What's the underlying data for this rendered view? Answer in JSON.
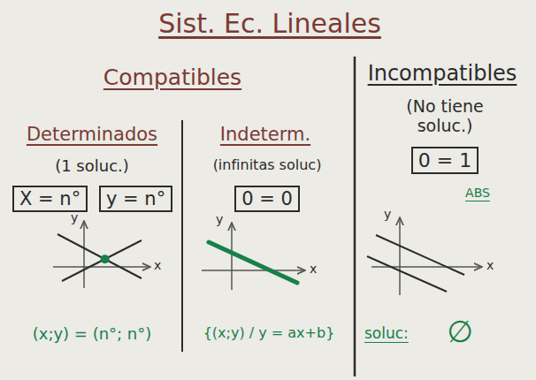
{
  "diagram": {
    "title": "Sist. Ec. Lineales",
    "nodes": [
      {
        "text": [
          "X = n°"
        ]
      },
      {
        "text": [
          "y = n°"
        ]
      },
      {
        "text": [
          "0 = 0"
        ]
      },
      {
        "text": [
          "0 = 1"
        ]
      }
    ],
    "labels": [
      "Compatibles",
      "Incompatibles",
      "Determinados",
      "(1 soluc.)",
      "Indeterm.",
      "(infinitas soluc)",
      "(No tiene soluc.)",
      "ABS",
      "y",
      "x",
      "y",
      "x",
      "y",
      "x",
      "(x;y) = (n°; n°)",
      "{(x;y) / y = ax+b}",
      "soluc:",
      "∅"
    ]
  }
}
